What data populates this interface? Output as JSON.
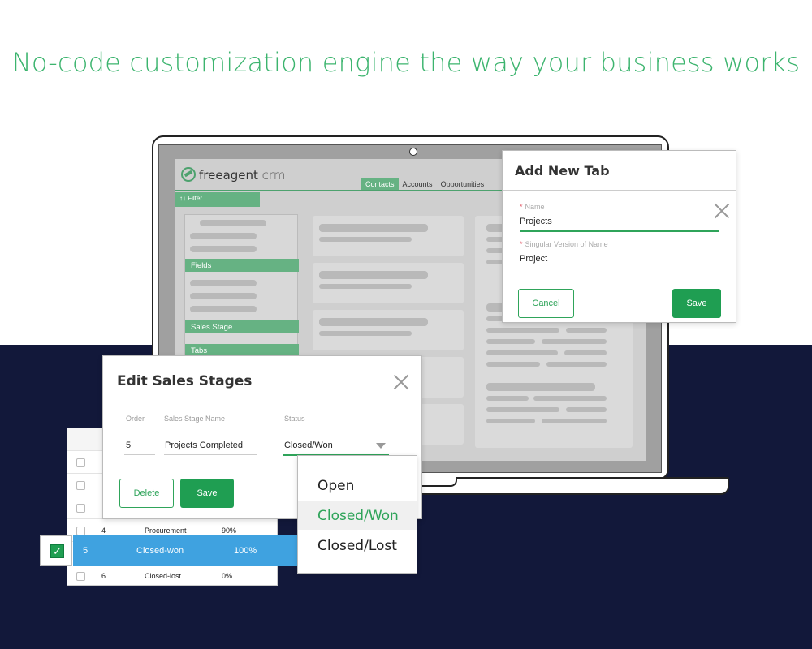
{
  "headline": "No-code customization engine the way your business works",
  "crm": {
    "logo_main": "freeagent",
    "logo_suffix": " crm",
    "nav": [
      "Contacts",
      "Accounts",
      "Opportunities"
    ],
    "filter": "Filter",
    "panel_labels": [
      "Fields",
      "Sales Stage",
      "Tabs"
    ]
  },
  "add_tab_modal": {
    "title": "Add New Tab",
    "name_label": "Name",
    "name_value": "Projects",
    "singular_label": "Singular Version of Name",
    "singular_value": "Project",
    "cancel": "Cancel",
    "save": "Save"
  },
  "stages_table": {
    "rows": [
      {
        "order": "4",
        "name": "Procurement",
        "pct": "90%"
      },
      {
        "order": "6",
        "name": "Closed-lost",
        "pct": "0%"
      }
    ],
    "selected": {
      "order": "5",
      "name": "Closed-won",
      "pct": "100%",
      "check": "✓"
    }
  },
  "edit_modal": {
    "title": "Edit Sales Stages",
    "col_order": "Order",
    "col_name": "Sales Stage Name",
    "col_status": "Status",
    "order_value": "5",
    "name_value": "Projects Completed",
    "status_value": "Closed/Won",
    "delete": "Delete",
    "save": "Save"
  },
  "status_dropdown": {
    "options": [
      "Open",
      "Closed/Won",
      "Closed/Lost"
    ],
    "selected": "Closed/Won"
  },
  "colors": {
    "accent_green": "#1f9e52",
    "navy": "#12183a",
    "selection_blue": "#3fa2e0"
  }
}
